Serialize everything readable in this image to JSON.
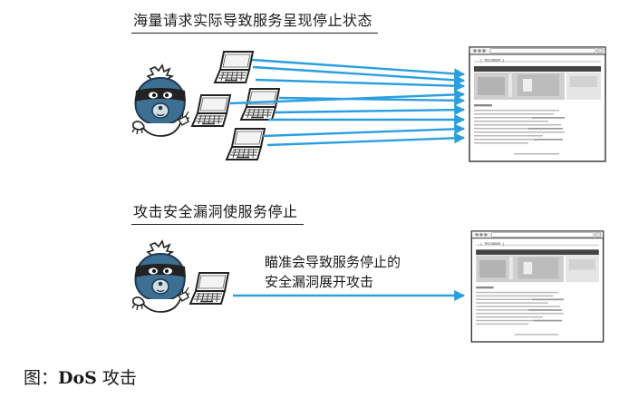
{
  "section1": {
    "heading": "海量请求实际导致服务呈现停止状态"
  },
  "section2": {
    "heading": "攻击安全漏洞使服务停止",
    "note_line1": "瞄准会导致服务停止的",
    "note_line2": "安全漏洞展开攻击"
  },
  "browser": {
    "site_title": "[ TRICORDER ]"
  },
  "caption": {
    "prefix": "图：",
    "bold": "DoS",
    "suffix": " 攻击"
  },
  "colors": {
    "arrow": "#2a9fe0",
    "hacker_face": "#3d6f93",
    "mask": "#222222"
  },
  "icons": [
    "hacker-icon",
    "laptop-icon",
    "browser-window-icon",
    "arrow-icon"
  ]
}
